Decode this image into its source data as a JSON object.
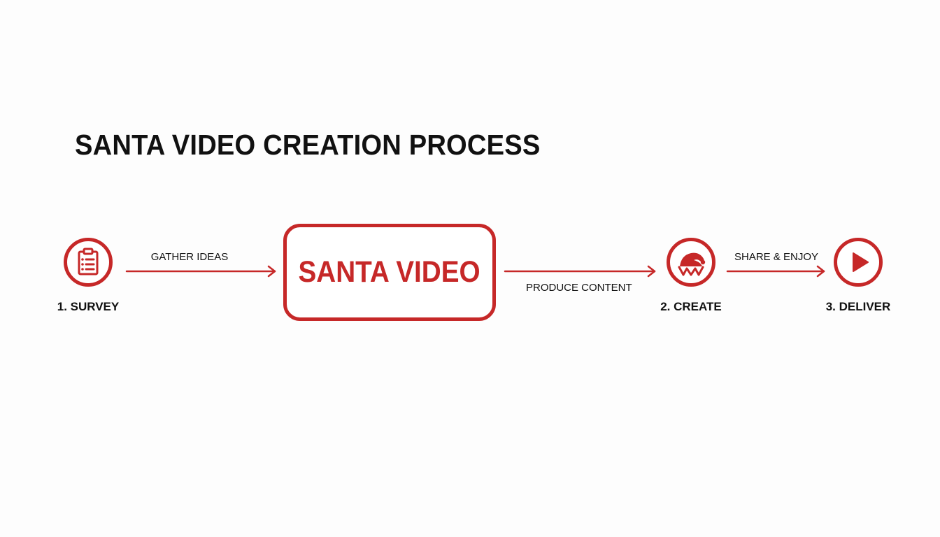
{
  "diagram": {
    "title": "SANTA VIDEO CREATION PROCESS",
    "center_label": "SANTA VIDEO",
    "accent_color": "#c62828",
    "text_color": "#111111",
    "steps": [
      {
        "label": "1. SURVEY",
        "icon": "clipboard-icon"
      },
      {
        "label": "2. CREATE",
        "icon": "elf-hat-icon"
      },
      {
        "label": "3. DELIVER",
        "icon": "play-icon"
      }
    ],
    "edges": [
      {
        "from": "1. SURVEY",
        "to": "SANTA VIDEO",
        "label": "GATHER IDEAS"
      },
      {
        "from": "SANTA VIDEO",
        "to": "2. CREATE",
        "label": "PRODUCE CONTENT"
      },
      {
        "from": "2. CREATE",
        "to": "3. DELIVER",
        "label": "SHARE & ENJOY"
      }
    ]
  }
}
